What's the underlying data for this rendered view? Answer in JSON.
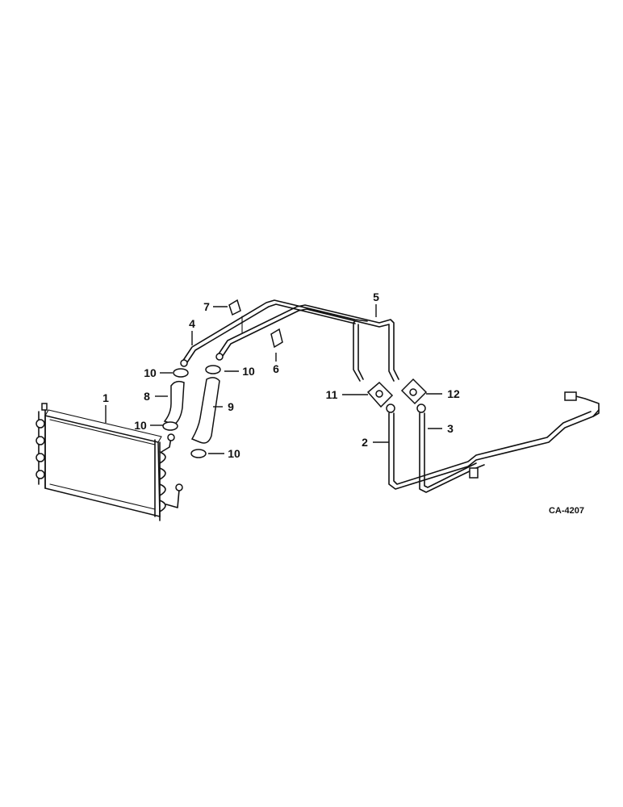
{
  "diagram": {
    "figure_code": "CA-4207",
    "callouts": [
      {
        "id": "c1",
        "label": "1"
      },
      {
        "id": "c2",
        "label": "2"
      },
      {
        "id": "c3",
        "label": "3"
      },
      {
        "id": "c4",
        "label": "4"
      },
      {
        "id": "c5",
        "label": "5"
      },
      {
        "id": "c6",
        "label": "6"
      },
      {
        "id": "c7",
        "label": "7"
      },
      {
        "id": "c8",
        "label": "8"
      },
      {
        "id": "c9",
        "label": "9"
      },
      {
        "id": "c10a",
        "label": "10"
      },
      {
        "id": "c10b",
        "label": "10"
      },
      {
        "id": "c10c",
        "label": "10"
      },
      {
        "id": "c10d",
        "label": "10"
      },
      {
        "id": "c11",
        "label": "11"
      },
      {
        "id": "c12",
        "label": "12"
      }
    ]
  }
}
